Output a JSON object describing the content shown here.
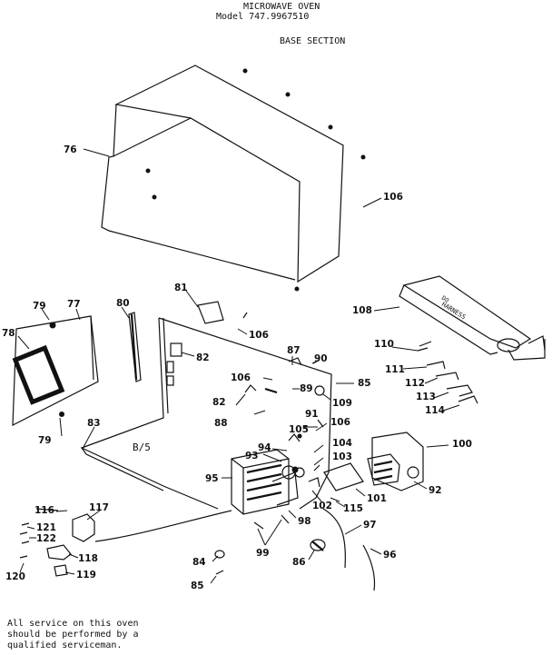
{
  "header": {
    "title": "MICROWAVE OVEN",
    "model": "Model 747.9967510",
    "section": "BASE SECTION"
  },
  "callouts": [
    {
      "id": "c76",
      "text": "76"
    },
    {
      "id": "c106a",
      "text": "106"
    },
    {
      "id": "c108",
      "text": "108"
    },
    {
      "id": "c81",
      "text": "81"
    },
    {
      "id": "c106b",
      "text": "106"
    },
    {
      "id": "c79a",
      "text": "79"
    },
    {
      "id": "c77",
      "text": "77"
    },
    {
      "id": "c80",
      "text": "80"
    },
    {
      "id": "c78",
      "text": "78"
    },
    {
      "id": "c82a",
      "text": "82"
    },
    {
      "id": "c87",
      "text": "87"
    },
    {
      "id": "c90",
      "text": "90"
    },
    {
      "id": "c110",
      "text": "110"
    },
    {
      "id": "c111",
      "text": "111"
    },
    {
      "id": "c112",
      "text": "112"
    },
    {
      "id": "c113",
      "text": "113"
    },
    {
      "id": "c114",
      "text": "114"
    },
    {
      "id": "c85a",
      "text": "85"
    },
    {
      "id": "c106c",
      "text": "106"
    },
    {
      "id": "c89",
      "text": "89"
    },
    {
      "id": "c109",
      "text": "109"
    },
    {
      "id": "c82b",
      "text": "82"
    },
    {
      "id": "c91",
      "text": "91"
    },
    {
      "id": "c88",
      "text": "88"
    },
    {
      "id": "c106d",
      "text": "106"
    },
    {
      "id": "c105",
      "text": "105"
    },
    {
      "id": "c79b",
      "text": "79"
    },
    {
      "id": "c83",
      "text": "83"
    },
    {
      "id": "c94",
      "text": "94"
    },
    {
      "id": "c104",
      "text": "104"
    },
    {
      "id": "c100",
      "text": "100"
    },
    {
      "id": "c93",
      "text": "93"
    },
    {
      "id": "c103",
      "text": "103"
    },
    {
      "id": "c95",
      "text": "95"
    },
    {
      "id": "c92",
      "text": "92"
    },
    {
      "id": "c101",
      "text": "101"
    },
    {
      "id": "c102",
      "text": "102"
    },
    {
      "id": "c115",
      "text": "115"
    },
    {
      "id": "c116",
      "text": "116"
    },
    {
      "id": "c117",
      "text": "117"
    },
    {
      "id": "c98",
      "text": "98"
    },
    {
      "id": "c97",
      "text": "97"
    },
    {
      "id": "c121",
      "text": "121"
    },
    {
      "id": "c122",
      "text": "122"
    },
    {
      "id": "c118",
      "text": "118"
    },
    {
      "id": "c99",
      "text": "99"
    },
    {
      "id": "c84",
      "text": "84"
    },
    {
      "id": "c86",
      "text": "86"
    },
    {
      "id": "c96",
      "text": "96"
    },
    {
      "id": "c120",
      "text": "120"
    },
    {
      "id": "c119",
      "text": "119"
    },
    {
      "id": "c85b",
      "text": "85"
    }
  ],
  "panel_marking": "B/5",
  "component_text": {
    "harness": "HARNESS",
    "harness_side": "DO"
  },
  "footer_note": [
    "All service on this oven",
    "should be performed by a",
    "qualified serviceman."
  ]
}
